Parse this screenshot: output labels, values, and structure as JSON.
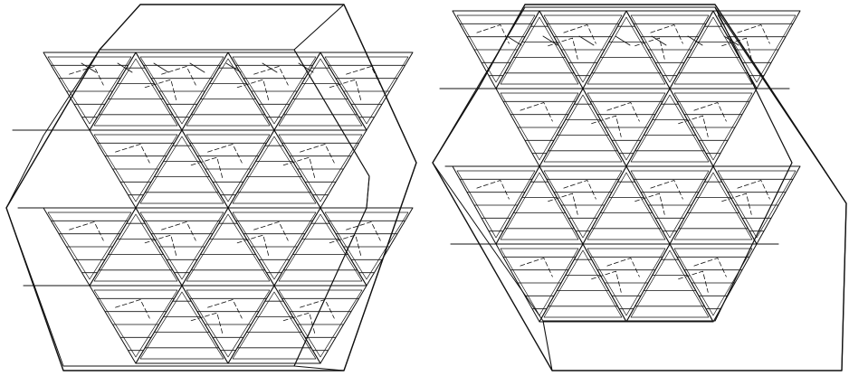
{
  "figure": {
    "background_color": "#ffffff",
    "line_color": "#111111",
    "views": [
      {
        "name": "left-view",
        "shape": "hexagonal honeycomb block",
        "cell_shape": "triangle",
        "rows": 4
      },
      {
        "name": "right-view",
        "shape": "hexagonal honeycomb block",
        "cell_shape": "triangle",
        "rows": 4
      }
    ]
  }
}
